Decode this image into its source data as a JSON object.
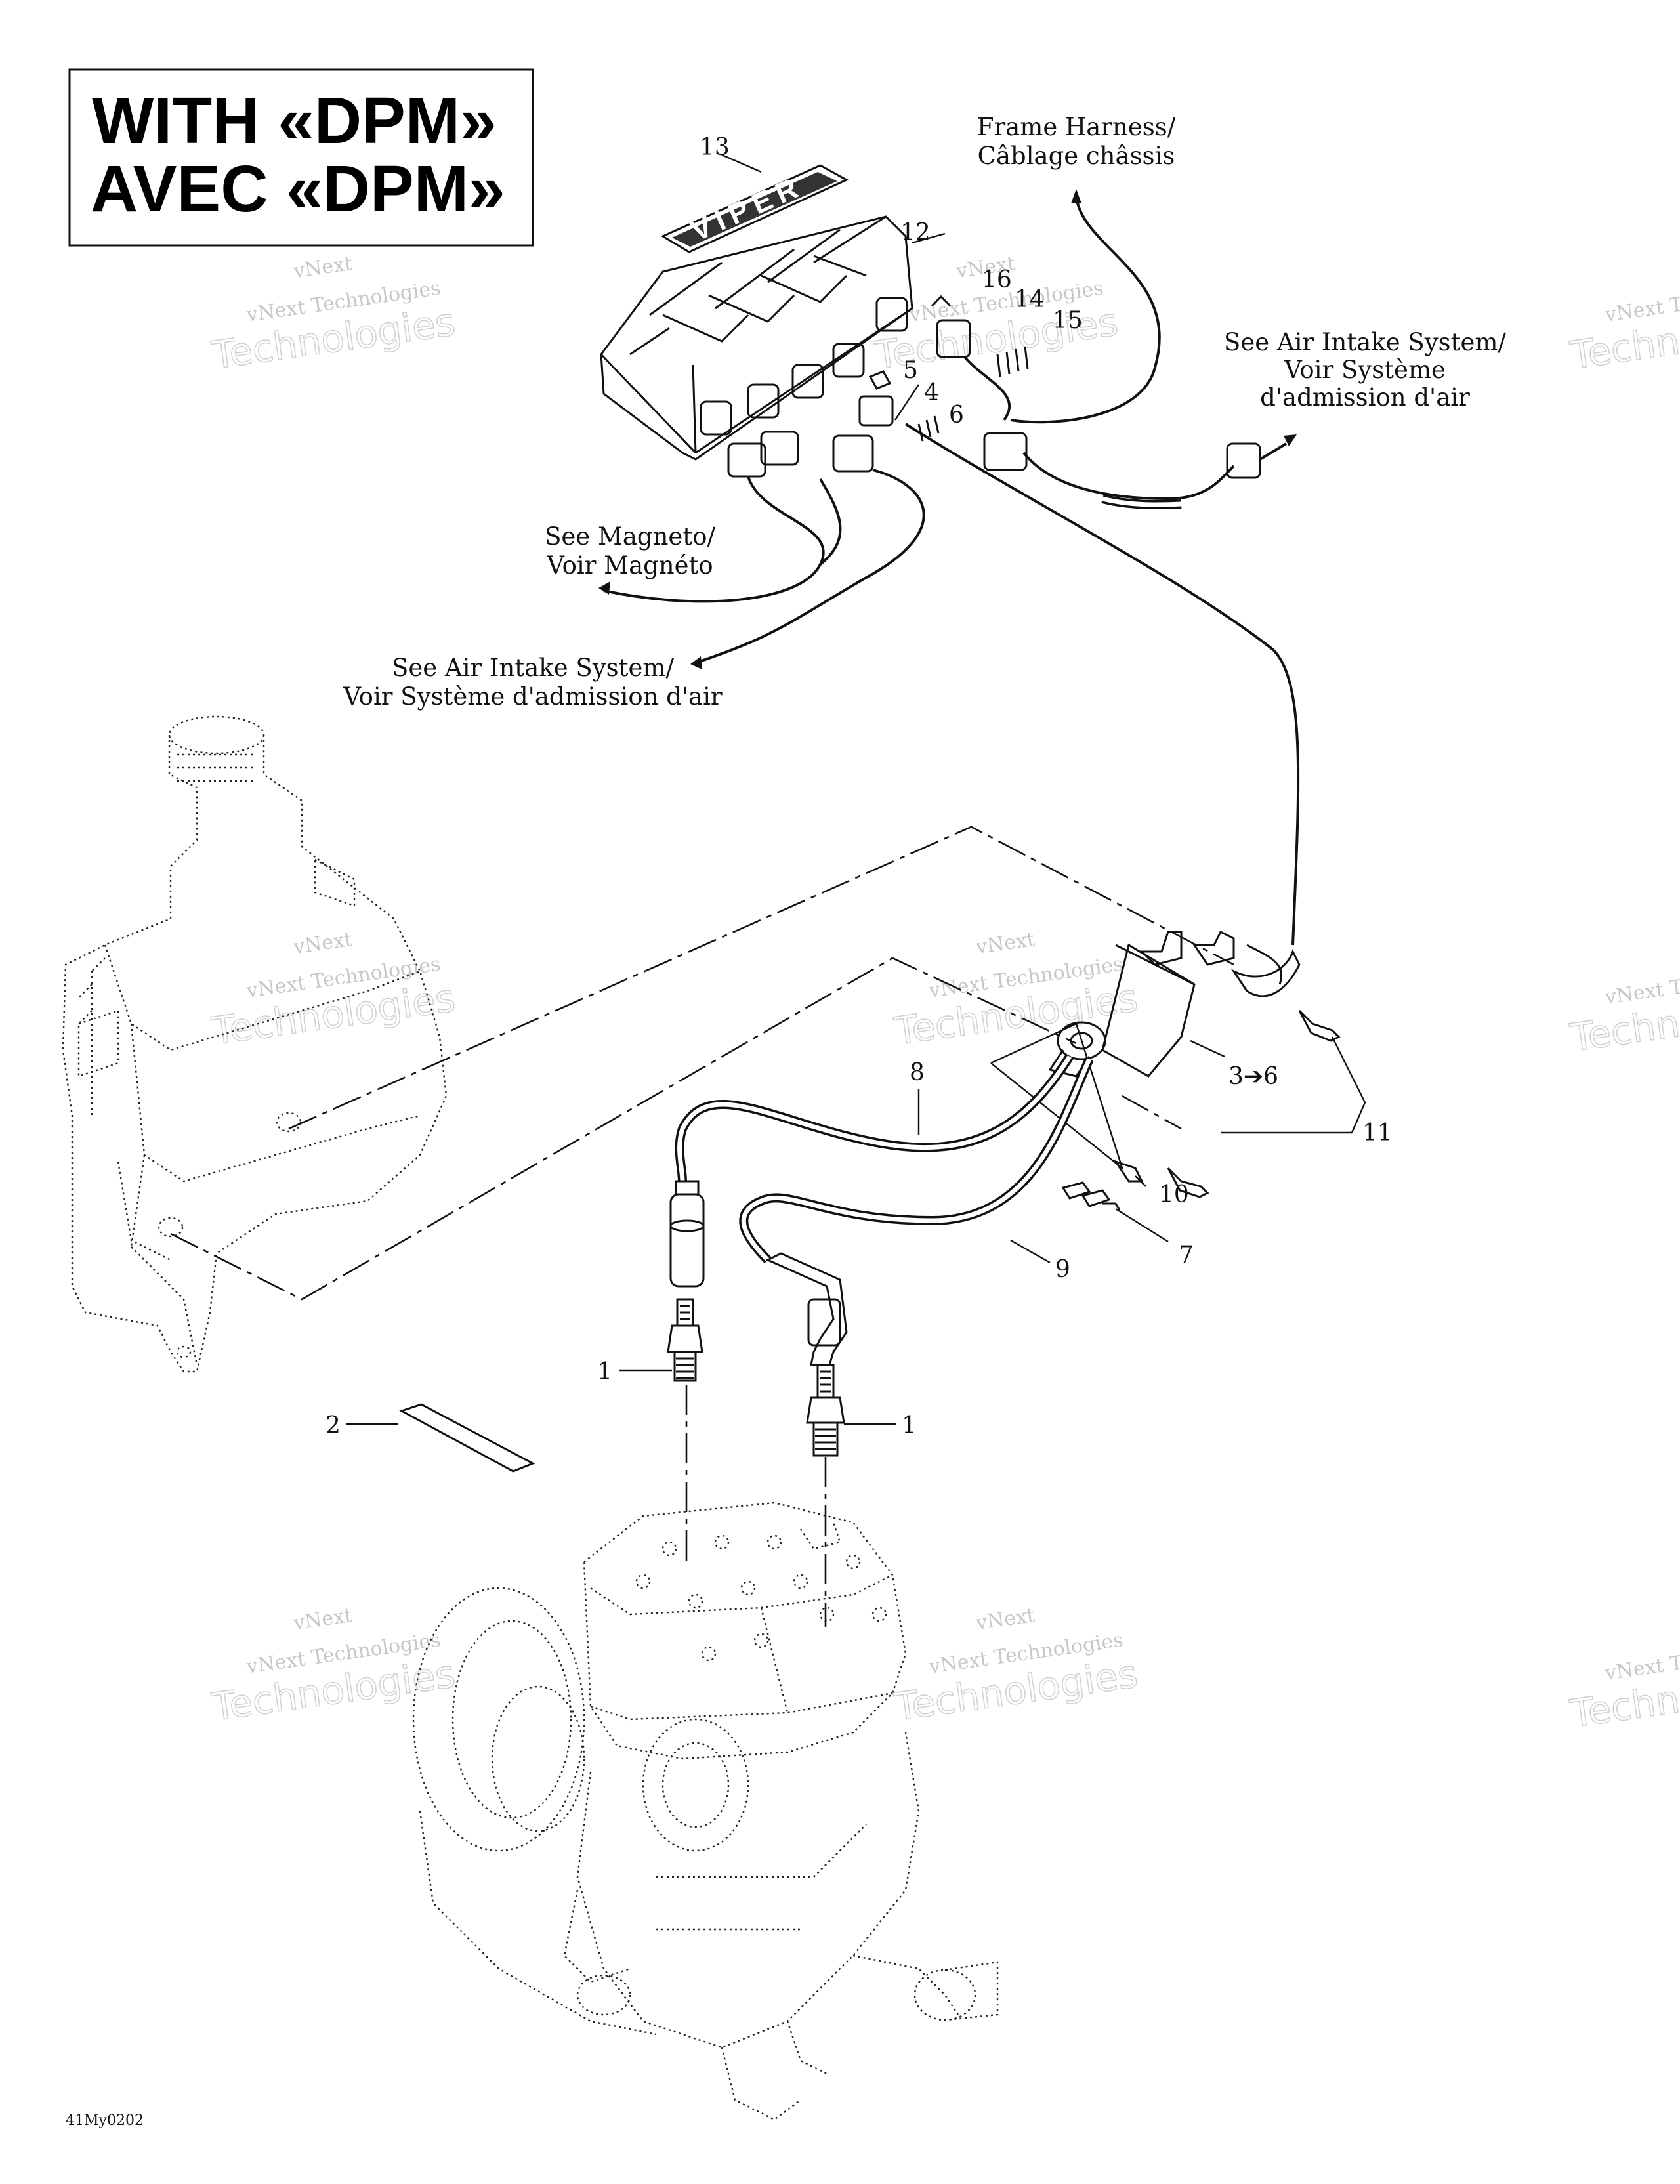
{
  "title": {
    "line1": "WITH «DPM»",
    "line2": "AVEC «DPM»"
  },
  "notes": {
    "frame_harness": [
      "Frame Harness/",
      "Câblage châssis"
    ],
    "air_intake_right": [
      "See Air Intake System/",
      "Voir Système",
      "d'admission d'air"
    ],
    "magneto": [
      "See Magneto/",
      "Voir Magnéto"
    ],
    "air_intake_left": [
      "See Air Intake System/",
      "Voir Système d'admission d'air"
    ]
  },
  "callouts": {
    "c1a": "1",
    "c1b": "1",
    "c2": "2",
    "c3to6": "3➔6",
    "c4": "4",
    "c5": "5",
    "c6": "6",
    "c7": "7",
    "c8": "8",
    "c9": "9",
    "c10": "10",
    "c11": "11",
    "c12": "12",
    "c13": "13",
    "c14": "14",
    "c15": "15",
    "c16": "16"
  },
  "decal_text": "VIPER",
  "watermark": {
    "line1": "vNext Technologies",
    "line2": "Technologies",
    "line3": "vNext"
  },
  "figure_code": "41My0202"
}
